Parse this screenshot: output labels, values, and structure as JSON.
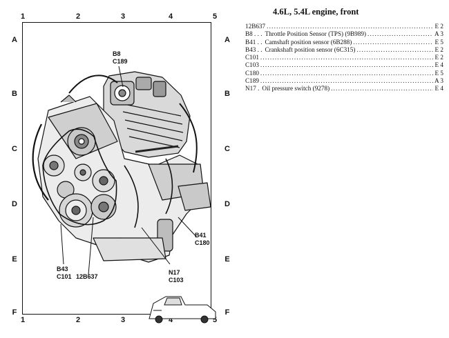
{
  "grid": {
    "columns": [
      "1",
      "2",
      "3",
      "4",
      "5"
    ],
    "rows": [
      "A",
      "B",
      "C",
      "D",
      "E",
      "F"
    ]
  },
  "callouts": {
    "b8": "B8",
    "c189": "C189",
    "b41": "B41",
    "c180": "C180",
    "n17": "N17",
    "c103": "C103",
    "b43": "B43",
    "c101": "C101",
    "c12b637": "12B637"
  },
  "legend": {
    "title": "4.6L, 5.4L engine, front",
    "items": [
      {
        "code": "12B637",
        "desc": "",
        "loc": "E 2"
      },
      {
        "code": "B8 . . .",
        "desc": "Throttle Position Sensor (TPS) (9B989)",
        "loc": "A 3"
      },
      {
        "code": "B41 . .",
        "desc": "Camshaft position sensor (6B288)",
        "loc": "E 5"
      },
      {
        "code": "B43 . .",
        "desc": "Crankshaft position sensor (6C315)",
        "loc": "E 2"
      },
      {
        "code": "C101",
        "desc": "",
        "loc": "E 2"
      },
      {
        "code": "C103",
        "desc": "",
        "loc": "E 4"
      },
      {
        "code": "C180",
        "desc": "",
        "loc": "E 5"
      },
      {
        "code": "C189",
        "desc": "",
        "loc": "A 3"
      },
      {
        "code": "N17 .",
        "desc": "Oil pressure switch (9278)",
        "loc": "E 4"
      }
    ]
  }
}
